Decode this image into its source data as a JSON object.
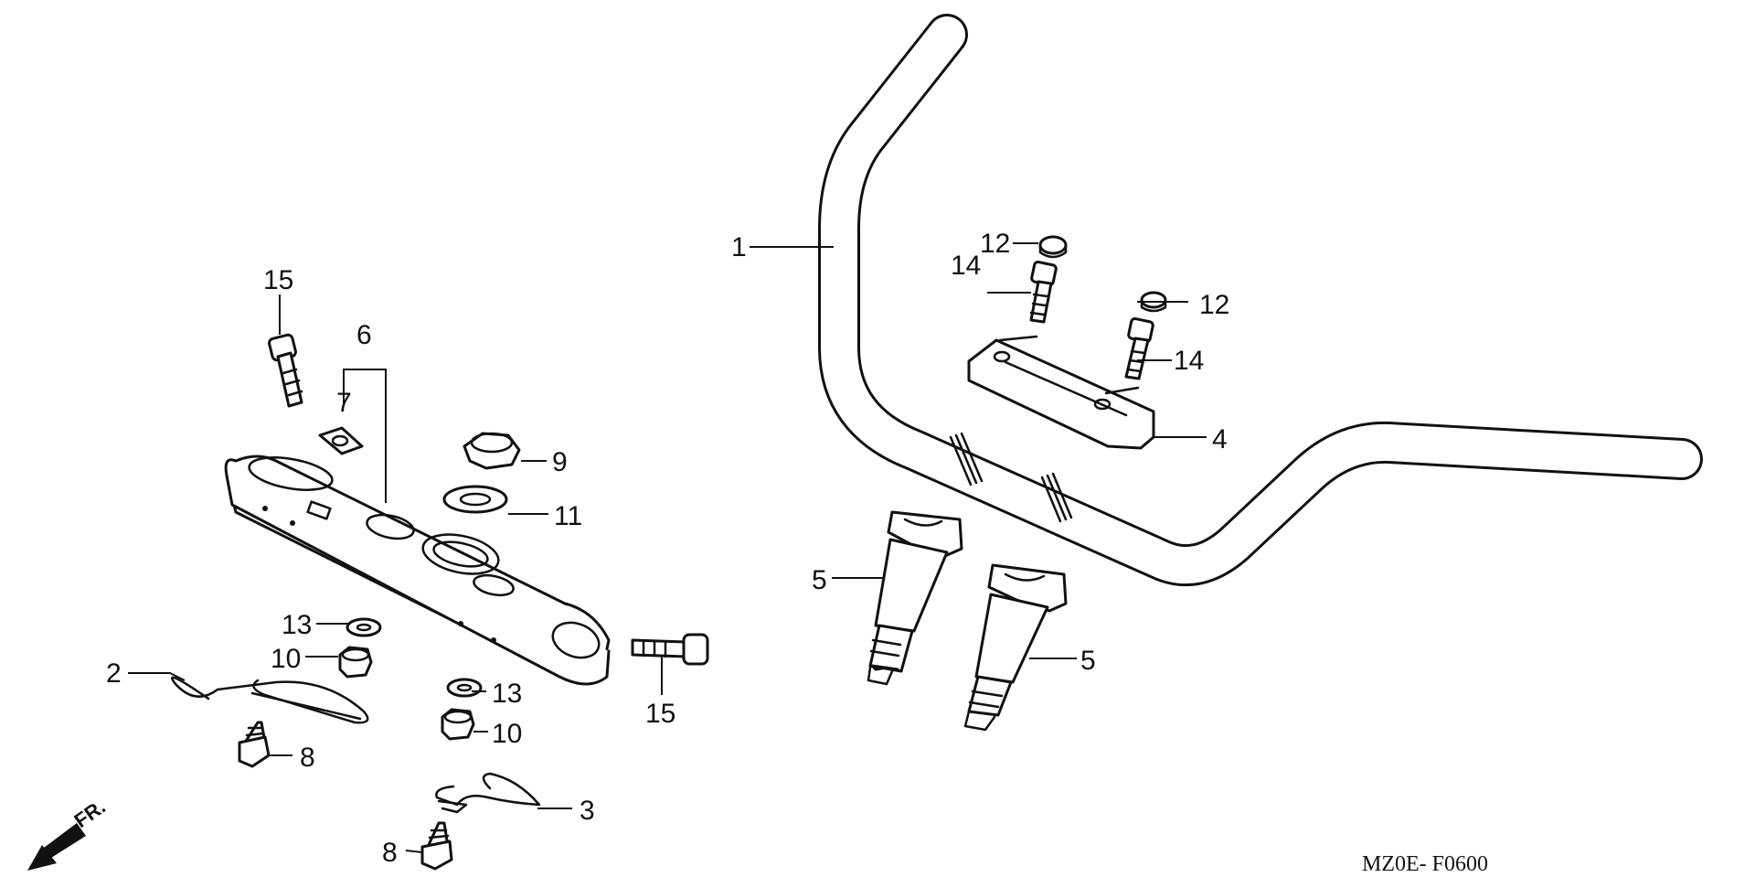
{
  "diagram": {
    "code": "MZ0E- F0600",
    "direction": "FR.",
    "callouts": {
      "c1": "1",
      "c2": "2",
      "c3": "3",
      "c4": "4",
      "c5a": "5",
      "c5b": "5",
      "c6": "6",
      "c7": "7",
      "c8a": "8",
      "c8b": "8",
      "c9": "9",
      "c10a": "10",
      "c10b": "10",
      "c11": "11",
      "c12a": "12",
      "c12b": "12",
      "c13a": "13",
      "c13b": "13",
      "c14a": "14",
      "c14b": "14",
      "c15a": "15",
      "c15b": "15"
    }
  }
}
